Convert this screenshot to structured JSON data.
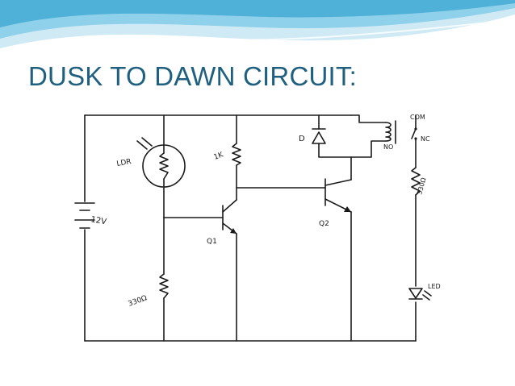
{
  "slide": {
    "title": "DUSK TO DAWN CIRCUIT:",
    "accent_color": "#1f5f7f",
    "banner_colors": [
      "#5bb6d9",
      "#a9dcef",
      "#e6f5fb"
    ]
  },
  "circuit": {
    "labels": {
      "ldr": "LDR",
      "battery": "12V",
      "resistor_1k": "1K",
      "resistor_330_left": "330Ω",
      "resistor_330_right": "330Ω",
      "transistor_q1": "Q1",
      "transistor_q2": "Q2",
      "diode": "D",
      "relay_com": "COM",
      "relay_nc": "NC",
      "relay_no": "NO",
      "led": "LED"
    }
  }
}
